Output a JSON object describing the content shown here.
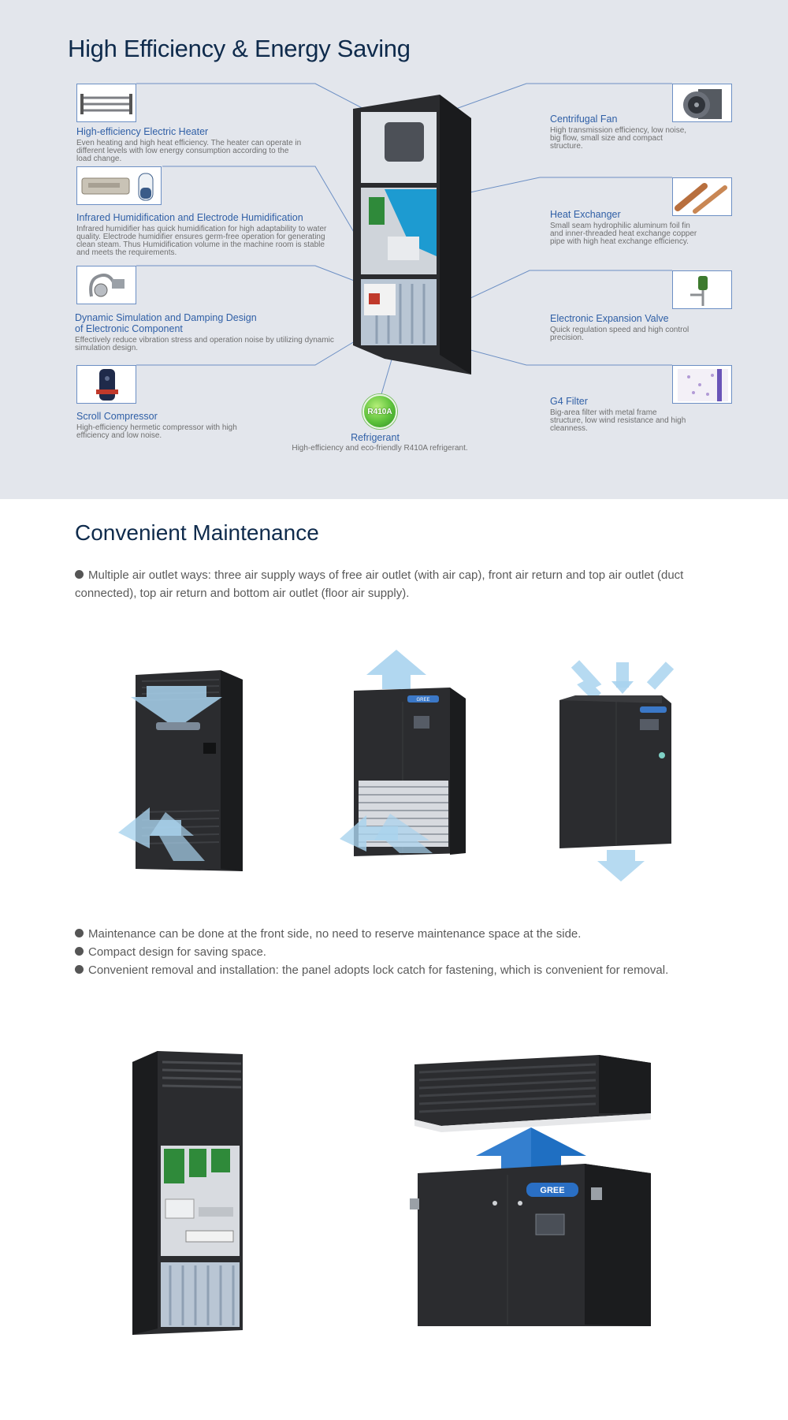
{
  "efficiency": {
    "title": "High Efficiency & Energy Saving",
    "left_features": [
      {
        "title": "High-efficiency Electric Heater",
        "desc": "Even heating and high heat efficiency. The heater can operate in different levels with low energy consumption according to the load change."
      },
      {
        "title": "Infrared Humidification and Electrode Humidification",
        "desc": "Infrared humidifier has quick humidification for high adaptability to water quality. Electrode humidifier ensures germ-free operation for generating clean steam. Thus Humidification volume in the machine room is stable and meets the requirements."
      },
      {
        "title": "Dynamic Simulation and Damping Design",
        "title2": "of Electronic Component",
        "desc": "Effectively reduce vibration stress and operation noise by utilizing dynamic simulation design."
      },
      {
        "title": "Scroll Compressor",
        "desc": "High-efficiency hermetic compressor with high efficiency and low noise."
      }
    ],
    "right_features": [
      {
        "title": "Centrifugal Fan",
        "desc": "High transmission efficiency, low noise, big flow, small size and compact structure."
      },
      {
        "title": "Heat Exchanger",
        "desc": "Small seam hydrophilic aluminum foil fin and inner-threaded heat exchange copper pipe with high heat exchange efficiency."
      },
      {
        "title": "Electronic Expansion Valve",
        "desc": "Quick regulation speed and high control precision."
      },
      {
        "title": "G4 Filter",
        "desc": "Big-area filter with metal frame structure, low wind resistance and high cleanness."
      }
    ],
    "refrigerant": {
      "badge": "R410A",
      "title": "Refrigerant",
      "desc": "High-efficiency and eco-friendly R410A refrigerant."
    }
  },
  "maintenance": {
    "title": "Convenient Maintenance",
    "bullet_1": "Multiple air outlet ways: three air supply ways of free air outlet (with air cap), front air return and top air outlet (duct connected), top air return and bottom air outlet (floor air supply).",
    "bullets": [
      "Maintenance can be done at the front side, no need to reserve maintenance space at the side.",
      "Compact design for saving space.",
      "Convenient removal and installation: the panel adopts lock catch for fastening, which is convenient for removal."
    ],
    "brand_logo": "GREE"
  },
  "colors": {
    "panel_bg": "#e3e6ec",
    "title": "#0f2b4c",
    "accent": "#2f5fa6",
    "unit": "#2a2b2e",
    "arrow": "#a9d3ee"
  }
}
